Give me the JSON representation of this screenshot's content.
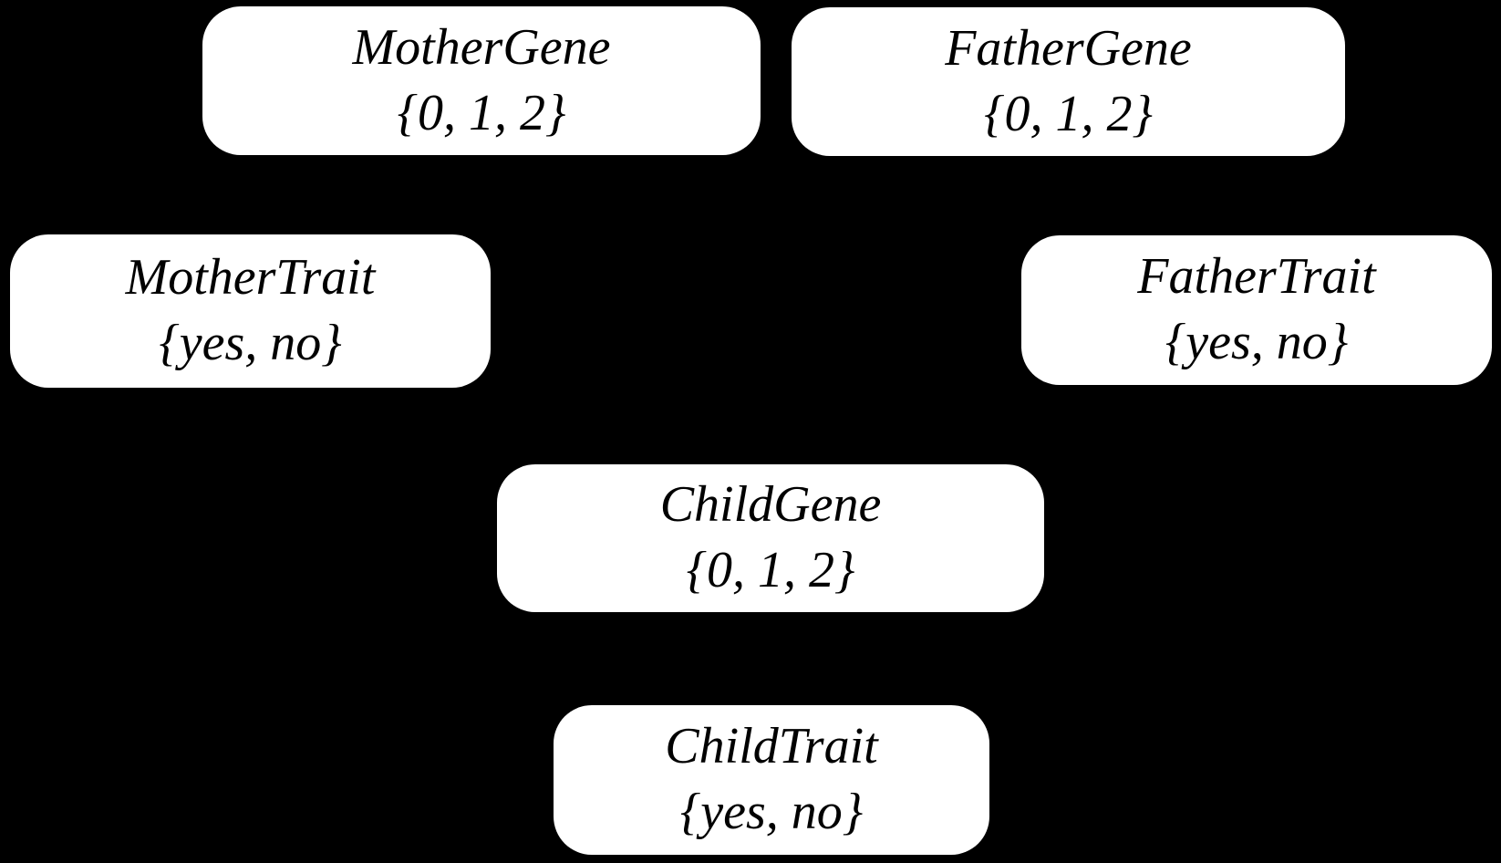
{
  "diagram": {
    "type": "bayesian-network",
    "colors": {
      "background": "#000000",
      "node_fill": "#ffffff",
      "node_text": "#000000"
    },
    "nodes": {
      "mother_gene": {
        "label": "MotherGene",
        "values": "{0, 1, 2}"
      },
      "father_gene": {
        "label": "FatherGene",
        "values": "{0, 1, 2}"
      },
      "mother_trait": {
        "label": "MotherTrait",
        "values": "{yes, no}"
      },
      "father_trait": {
        "label": "FatherTrait",
        "values": "{yes, no}"
      },
      "child_gene": {
        "label": "ChildGene",
        "values": "{0, 1, 2}"
      },
      "child_trait": {
        "label": "ChildTrait",
        "values": "{yes, no}"
      }
    }
  }
}
